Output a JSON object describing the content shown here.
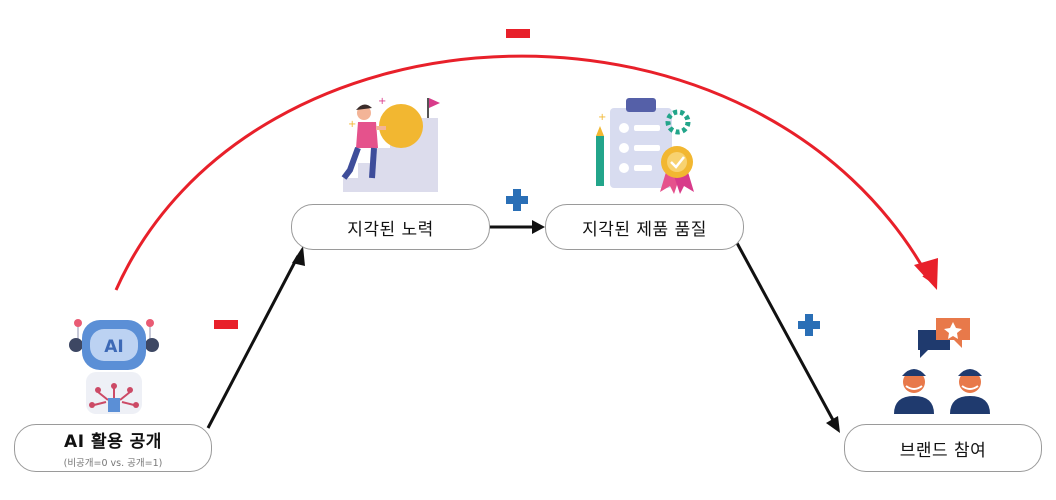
{
  "nodes": {
    "ai": {
      "label": "AI 활용 공개",
      "sub": "(비공개=0 vs. 공개=1)"
    },
    "effort": {
      "label": "지각된 노력"
    },
    "quality": {
      "label": "지각된 제품 품질"
    },
    "brand": {
      "label": "브랜드 참여"
    }
  },
  "edges": [
    {
      "from": "ai",
      "to": "brand",
      "sign": "-",
      "color": "#e8202a"
    },
    {
      "from": "ai",
      "to": "effort",
      "sign": "-",
      "color": "#111111"
    },
    {
      "from": "effort",
      "to": "quality",
      "sign": "+",
      "color": "#111111"
    },
    {
      "from": "quality",
      "to": "brand",
      "sign": "+",
      "color": "#111111"
    }
  ],
  "icons": {
    "ai": "robot-icon",
    "effort": "climbing-stairs-icon",
    "quality": "checklist-badge-icon",
    "brand": "customers-feedback-icon"
  },
  "colors": {
    "negative": "#e8202a",
    "positive": "#2a6fb6",
    "arrow": "#111111"
  }
}
